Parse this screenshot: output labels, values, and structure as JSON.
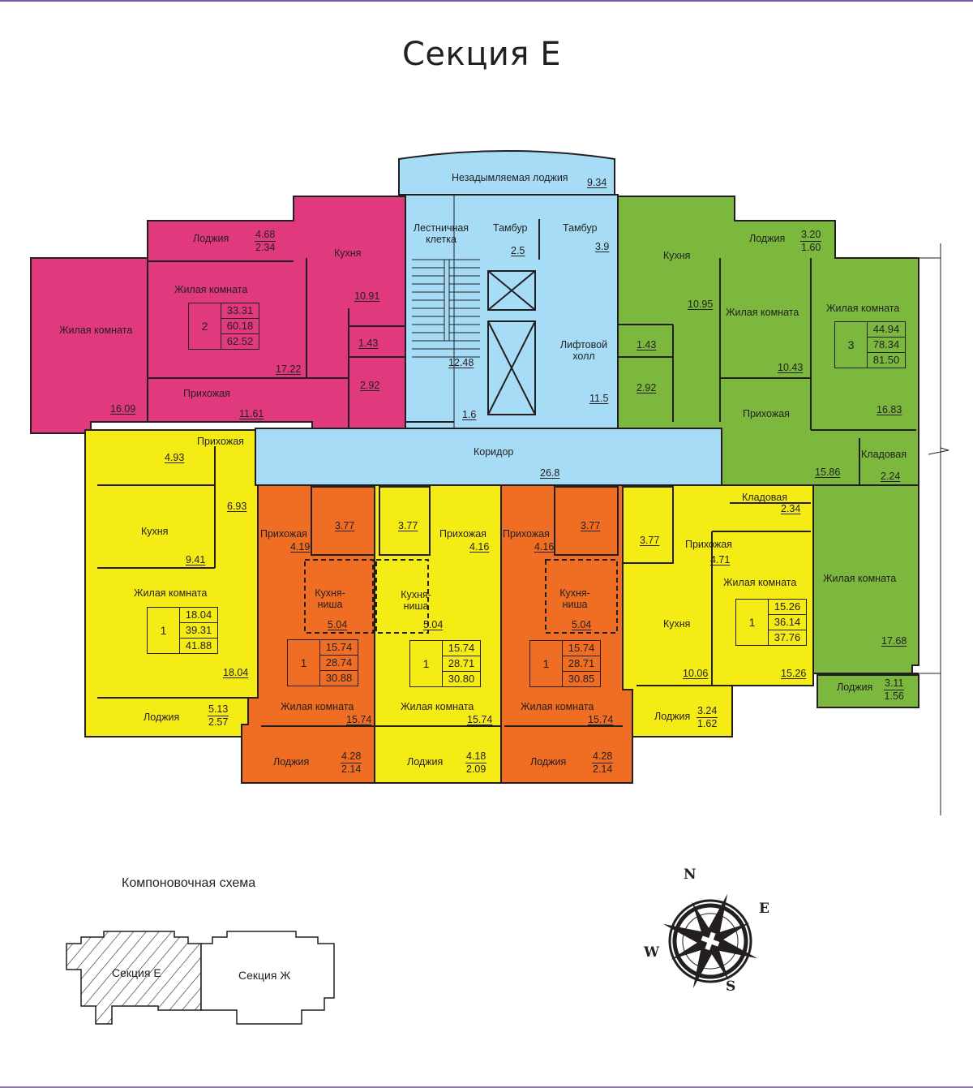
{
  "title": "Секция Е",
  "colors": {
    "apt_2room": "#e0397e",
    "apt_3room": "#7bb83d",
    "apt_1room_yellow": "#f5ec16",
    "apt_1room_orange": "#ef6e23",
    "common_area": "#a6dcf6",
    "walls": "#231f20",
    "frame_line": "#7b5aa6"
  },
  "common": {
    "smokefree_loggia": {
      "label": "Незадымляемая лоджия",
      "area": "9.34"
    },
    "stairwell": {
      "label": "Лестничная клетка",
      "area": "12.48"
    },
    "vestibule_left": {
      "label": "Тамбур",
      "area": "2.5"
    },
    "vestibule_right": {
      "label": "Тамбур",
      "area": "3.9"
    },
    "elevator_hall": {
      "label": "Лифтовой холл",
      "area": "11.5"
    },
    "shaft_area": "1.6",
    "corridor": {
      "label": "Коридор",
      "area": "26.8"
    }
  },
  "apartments": [
    {
      "id": "apt-2room-pink",
      "rooms": "2",
      "living_area": "33.31",
      "total_area": "60.18",
      "total_with_loggia": "62.52",
      "spaces": {
        "loggia": {
          "label": "Лоджия",
          "area": "4.68",
          "reduced": "2.34"
        },
        "kitchen": {
          "label": "Кухня",
          "area": "10.91"
        },
        "living1": {
          "label": "Жилая комната",
          "area": "16.09"
        },
        "living2": {
          "label": "Жилая комната",
          "area": "17.22"
        },
        "hall": {
          "label": "Прихожая",
          "area": "11.61"
        },
        "wc": "1.43",
        "bath": "2.92"
      }
    },
    {
      "id": "apt-3room-green",
      "rooms": "3",
      "living_area": "44.94",
      "total_area": "78.34",
      "total_with_loggia": "81.50",
      "spaces": {
        "loggia_top": {
          "label": "Лоджия",
          "area": "3.20",
          "reduced": "1.60"
        },
        "kitchen": {
          "label": "Кухня",
          "area": "10.95"
        },
        "living1": {
          "label": "Жилая комната",
          "area": "10.43"
        },
        "living2": {
          "label": "Жилая комната",
          "area": "16.83"
        },
        "living3": {
          "label": "Жилая комната",
          "area": "17.68"
        },
        "hall": {
          "label": "Прихожая",
          "area": "15.86"
        },
        "storage": {
          "label": "Кладовая",
          "area": "2.24"
        },
        "wc": "1.43",
        "bath": "2.92",
        "loggia_bottom": {
          "label": "Лоджия",
          "area": "3.11",
          "reduced": "1.56"
        }
      }
    },
    {
      "id": "apt-1room-yellow-left",
      "rooms": "1",
      "living_area": "18.04",
      "total_area": "39.31",
      "total_with_loggia": "41.88",
      "spaces": {
        "hall": {
          "label": "Прихожая",
          "area": "6.93"
        },
        "bath": "4.93",
        "kitchen": {
          "label": "Кухня",
          "area": "9.41"
        },
        "living": {
          "label": "Жилая комната",
          "area": "18.04"
        },
        "loggia": {
          "label": "Лоджия",
          "area": "5.13",
          "reduced": "2.57"
        }
      }
    },
    {
      "id": "apt-1room-orange-1",
      "rooms": "1",
      "living_area": "15.74",
      "total_area": "28.74",
      "total_with_loggia": "30.88",
      "spaces": {
        "hall": {
          "label": "Прихожая",
          "area": "4.19"
        },
        "bath": "3.77",
        "kitchen_niche": {
          "label": "Кухня-ниша",
          "area": "5.04"
        },
        "living": {
          "label": "Жилая комната",
          "area": "15.74"
        },
        "loggia": {
          "label": "Лоджия",
          "area": "4.28",
          "reduced": "2.14"
        }
      }
    },
    {
      "id": "apt-1room-yellow-mid",
      "rooms": "1",
      "living_area": "15.74",
      "total_area": "28.71",
      "total_with_loggia": "30.80",
      "spaces": {
        "hall": {
          "label": "Прихожая",
          "area": "4.16"
        },
        "bath": "3.77",
        "kitchen_niche": {
          "label": "Кухня-ниша",
          "area": "5.04"
        },
        "living": {
          "label": "Жилая комната",
          "area": "15.74"
        },
        "loggia": {
          "label": "Лоджия",
          "area": "4.18",
          "reduced": "2.09"
        }
      }
    },
    {
      "id": "apt-1room-orange-2",
      "rooms": "1",
      "living_area": "15.74",
      "total_area": "28.71",
      "total_with_loggia": "30.85",
      "spaces": {
        "hall": {
          "label": "Прихожая",
          "area": "4.16"
        },
        "bath": "3.77",
        "kitchen_niche": {
          "label": "Кухня-ниша",
          "area": "5.04"
        },
        "living": {
          "label": "Жилая комната",
          "area": "15.74"
        },
        "loggia": {
          "label": "Лоджия",
          "area": "4.28",
          "reduced": "2.14"
        }
      }
    },
    {
      "id": "apt-1room-yellow-right",
      "rooms": "1",
      "living_area": "15.26",
      "total_area": "36.14",
      "total_with_loggia": "37.76",
      "spaces": {
        "storage": {
          "label": "Кладовая",
          "area": "2.34"
        },
        "hall": {
          "label": "Прихожая",
          "area": "4.71"
        },
        "bath": "3.77",
        "kitchen": {
          "label": "Кухня",
          "area": "10.06"
        },
        "living": {
          "label": "Жилая комната",
          "area": "15.26"
        },
        "loggia": {
          "label": "Лоджия",
          "area": "3.24",
          "reduced": "1.62"
        }
      }
    }
  ],
  "layout_scheme": {
    "title": "Компоновочная схема",
    "sections": [
      {
        "label": "Секция Е",
        "highlighted": true
      },
      {
        "label": "Секция Ж",
        "highlighted": false
      }
    ]
  },
  "compass": {
    "icon": "compass-rose-icon",
    "n": "N",
    "e": "E",
    "s": "S",
    "w": "W"
  }
}
